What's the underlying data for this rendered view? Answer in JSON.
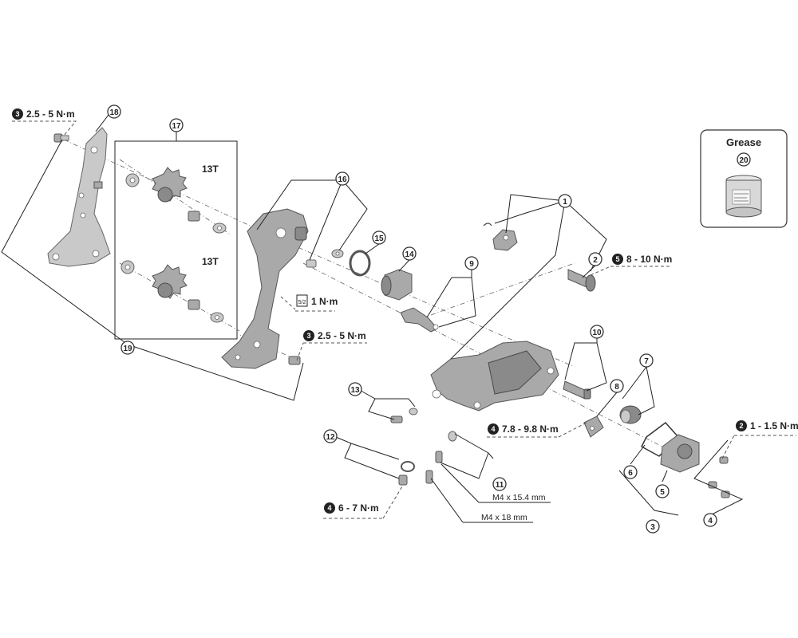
{
  "grease_box": {
    "title": "Grease",
    "part": "20"
  },
  "pulley_labels": {
    "upper": "13T",
    "lower": "13T"
  },
  "torques": {
    "t18": {
      "badge": "3",
      "value": "2.5 - 5 N·m"
    },
    "t2": {
      "badge": "5",
      "value": "8 - 10 N·m"
    },
    "t16b": {
      "badge": "3",
      "value": "2.5 - 5 N·m"
    },
    "t16a": {
      "badge": "5/2",
      "value": "1 N·m"
    },
    "t10": {
      "badge": "4",
      "value": "7.8 - 9.8 N·m"
    },
    "t4": {
      "badge": "2",
      "value": "1 - 1.5 N·m"
    },
    "t12": {
      "badge": "4",
      "value": "6 - 7 N·m"
    }
  },
  "screws": {
    "a": "M4 x 15.4 mm",
    "b": "M4 x 18 mm"
  },
  "callouts": {
    "c1": "1",
    "c2": "2",
    "c3": "3",
    "c4": "4",
    "c5": "5",
    "c6": "6",
    "c7": "7",
    "c8": "8",
    "c9": "9",
    "c10": "10",
    "c11": "11",
    "c12": "12",
    "c13": "13",
    "c14": "14",
    "c15": "15",
    "c16": "16",
    "c17": "17",
    "c18": "18",
    "c19": "19",
    "c20": "20"
  }
}
